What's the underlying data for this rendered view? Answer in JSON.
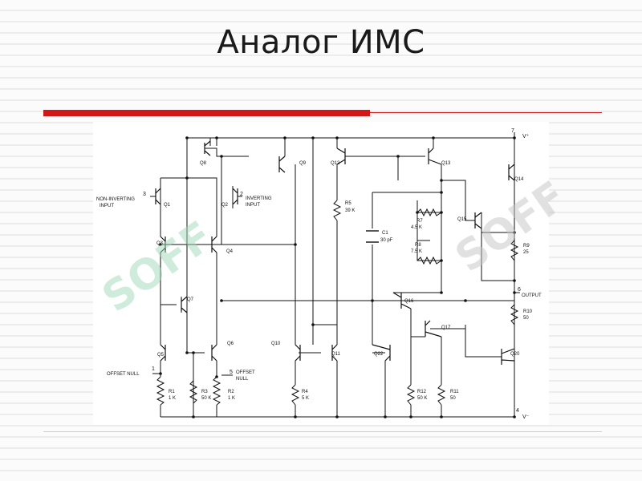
{
  "slide": {
    "title": "Аналог ИМС"
  },
  "watermark": {
    "text": "SOFF",
    "color": "#9fd8b8"
  },
  "schematic": {
    "pins": {
      "p1": "1",
      "p2": "2",
      "p3": "3",
      "p4": "4",
      "p5": "5",
      "p6": "6",
      "p7": "7",
      "vplus": "V⁺",
      "vminus": "V⁻",
      "noninv1": "NON-INVERTING",
      "noninv2": "INPUT",
      "inv1": "INVERTING",
      "inv2": "INPUT",
      "offset1": "OFFSET NULL",
      "offset2a": "OFFSET",
      "offset2b": "NULL",
      "output": "OUTPUT"
    },
    "transistors": {
      "q1": "Q1",
      "q2": "Q2",
      "q3": "Q3",
      "q4": "Q4",
      "q5": "Q5",
      "q6": "Q6",
      "q7": "Q7",
      "q8": "Q8",
      "q9": "Q9",
      "q10": "Q10",
      "q11": "Q11",
      "q12": "Q12",
      "q13": "Q13",
      "q14": "Q14",
      "q15": "Q15",
      "q16": "Q16",
      "q17": "Q17",
      "q20": "Q20",
      "q22": "Q22"
    },
    "components": {
      "r1": "R1",
      "r1v": "1 K",
      "r2": "R2",
      "r2v": "1 K",
      "r3": "R3",
      "r3v": "50 K",
      "r4": "R4",
      "r4v": "5 K",
      "r5": "R5",
      "r5v": "39 K",
      "r7": "R7",
      "r7v": "4.5 K",
      "r8": "R8",
      "r8v": "7.5 K",
      "r9": "R9",
      "r9v": "25",
      "r10": "R10",
      "r10v": "50",
      "r11": "R11",
      "r11v": "50",
      "r12": "R12",
      "r12v": "50 K",
      "c1": "C1",
      "c1v": "30 pF"
    }
  }
}
